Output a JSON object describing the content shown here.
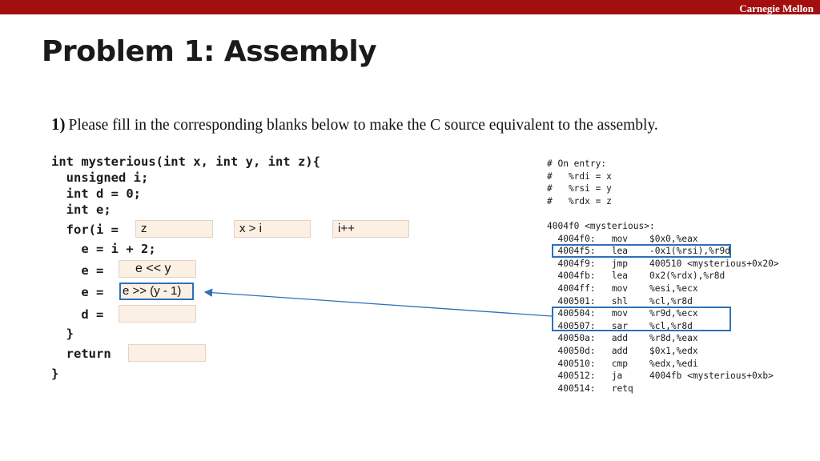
{
  "header": {
    "brand": "Carnegie Mellon",
    "title": "Problem 1: Assembly",
    "bar_color": "#a30f0f"
  },
  "question": {
    "number": "1)",
    "text": "Please fill in the corresponding blanks below to make the C source equivalent to the assembly."
  },
  "c_code": {
    "lines": [
      "int mysterious(int x, int y, int z){",
      "  unsigned i;",
      "  int d = 0;",
      "  int e;",
      "  for(i =          ;             ;           ){",
      "    e = i + 2;",
      "    e =          ;",
      "    e =          ;",
      "    d =          ;",
      "  }",
      "  return          ;",
      "}"
    ],
    "blanks": {
      "for_init": "z",
      "for_cond": "x > i",
      "for_incr": "i++",
      "e_assign_1": "e << y",
      "e_assign_2": "e >> (y - 1)",
      "d_assign": "",
      "return_value": ""
    }
  },
  "assembly": {
    "lines": [
      "# On entry:",
      "#   %rdi = x",
      "#   %rsi = y",
      "#   %rdx = z",
      "",
      "4004f0 <mysterious>:",
      "  4004f0:   mov    $0x0,%eax",
      "  4004f5:   lea    -0x1(%rsi),%r9d",
      "  4004f9:   jmp    400510 <mysterious+0x20>",
      "  4004fb:   lea    0x2(%rdx),%r8d",
      "  4004ff:   mov    %esi,%ecx",
      "  400501:   shl    %cl,%r8d",
      "  400504:   mov    %r9d,%ecx",
      "  400507:   sar    %cl,%r8d",
      "  40050a:   add    %r8d,%eax",
      "  40050d:   add    $0x1,%edx",
      "  400510:   cmp    %edx,%edi",
      "  400512:   ja     4004fb <mysterious+0xb>",
      "  400514:   retq"
    ]
  },
  "colors": {
    "highlight": "#2f6fb8",
    "blank_fill": "#fcefe3"
  }
}
